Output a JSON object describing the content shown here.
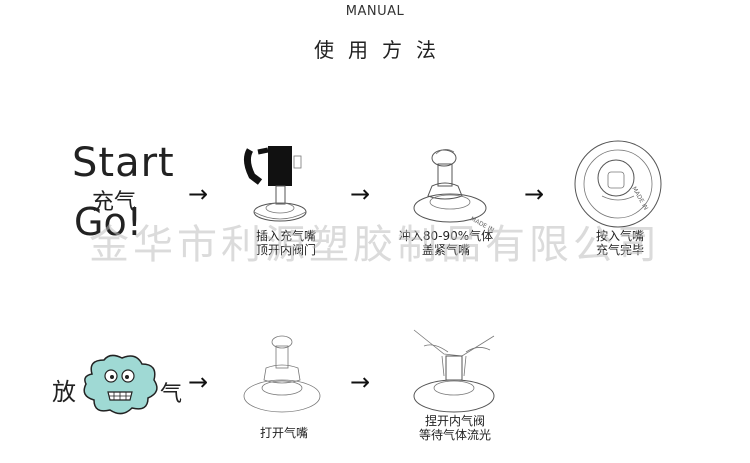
{
  "header": {
    "manual": "MANUAL",
    "title": "使用方法"
  },
  "start_badge": {
    "start": "Start",
    "inflate": "充气",
    "go": "Go!"
  },
  "arrow_glyph": "→",
  "steps_inflate": [
    {
      "line1": "插入充气嘴",
      "line2": "顶开内阀门"
    },
    {
      "line1": "冲入80-90%气体",
      "line2": "盖紧气嘴"
    },
    {
      "line1": "按入气嘴",
      "line2": "充气完毕"
    }
  ],
  "deflate_badge": {
    "left": "放",
    "right": "气"
  },
  "steps_deflate": [
    {
      "line1": "打开气嘴",
      "line2": ""
    },
    {
      "line1": "捏开内气阀",
      "line2": "等待气体流光"
    }
  ],
  "valve_print": {
    "made_in": "MADE IN"
  },
  "watermark": "金华市利源塑胶制品有限公司",
  "colors": {
    "cloud_fill": "#9fd9d4",
    "ink": "#222222",
    "watermark": "#bebebe"
  }
}
